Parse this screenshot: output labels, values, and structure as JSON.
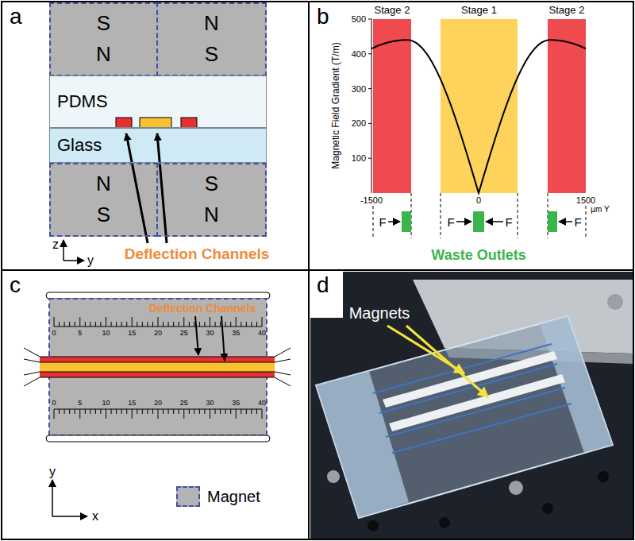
{
  "diagram": {
    "nodes": [
      {
        "text": [
          "a"
        ]
      },
      {
        "text": [
          "S",
          "N"
        ],
        "in": 0
      },
      {
        "text": [
          "N",
          "S"
        ],
        "in": 0
      },
      {
        "text": [
          "PDMS"
        ],
        "in": 0
      },
      {
        "text": [
          "Glass"
        ],
        "in": 0
      },
      {
        "text": [
          "N",
          "S"
        ],
        "in": 0
      },
      {
        "text": [
          "S",
          "N"
        ],
        "in": 0
      },
      {
        "text": [
          "b"
        ]
      },
      {
        "text": [
          "Stage 2"
        ],
        "in": 7
      },
      {
        "text": [
          "Stage 1"
        ],
        "in": 7
      },
      {
        "text": [
          "Stage 2"
        ],
        "in": 7
      },
      {
        "text": [
          "c"
        ]
      },
      {
        "text": [
          "d"
        ]
      }
    ],
    "labels": [
      "Deflection Channels",
      "z",
      "y",
      "Magnetic Field Gradient (T/m)",
      "500",
      "400",
      "300",
      "200",
      "100",
      "-1500",
      "0",
      "1500",
      "µm Y",
      "F",
      "F",
      "F",
      "F",
      "Waste Outlets",
      "Deflection Channels",
      "0",
      "5",
      "10",
      "15",
      "20",
      "25",
      "30",
      "35",
      "40",
      "0",
      "5",
      "10",
      "15",
      "20",
      "25",
      "30",
      "35",
      "40",
      "y",
      "x",
      "Magnets"
    ],
    "legend": [
      {
        "text": "Magnet",
        "color": "#b3b3b3"
      }
    ]
  }
}
